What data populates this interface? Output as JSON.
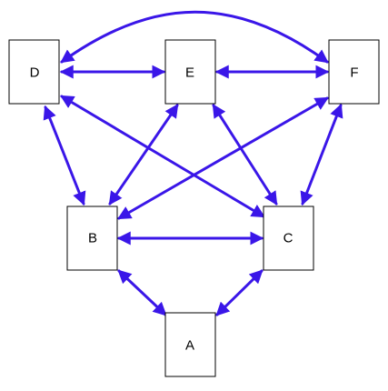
{
  "nodes": {
    "A": "A",
    "B": "B",
    "C": "C",
    "D": "D",
    "E": "E",
    "F": "F"
  },
  "edges": [
    {
      "from": "D",
      "to": "F",
      "arrows": "both",
      "shape": "arc"
    },
    {
      "from": "D",
      "to": "E",
      "arrows": "both"
    },
    {
      "from": "E",
      "to": "F",
      "arrows": "both"
    },
    {
      "from": "D",
      "to": "B",
      "arrows": "both"
    },
    {
      "from": "D",
      "to": "C",
      "arrows": "both"
    },
    {
      "from": "E",
      "to": "B",
      "arrows": "both"
    },
    {
      "from": "E",
      "to": "C",
      "arrows": "both"
    },
    {
      "from": "F",
      "to": "B",
      "arrows": "both"
    },
    {
      "from": "F",
      "to": "C",
      "arrows": "both"
    },
    {
      "from": "B",
      "to": "C",
      "arrows": "both"
    },
    {
      "from": "B",
      "to": "A",
      "arrows": "both"
    },
    {
      "from": "C",
      "to": "A",
      "arrows": "both"
    }
  ],
  "colors": {
    "edge": "#3a16e8",
    "node_border": "#000000",
    "node_fill": "#ffffff"
  }
}
